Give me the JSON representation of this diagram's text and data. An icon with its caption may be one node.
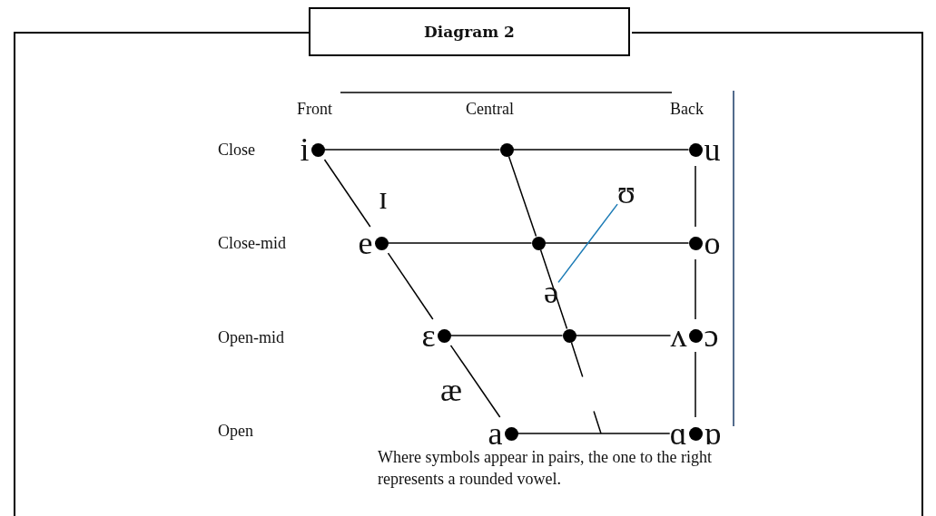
{
  "diagram": {
    "title": "Diagram 2",
    "caption": "Where symbols appear in pairs, the one to the right represents a rounded vowel.",
    "nodes": [
      {
        "text": [],
        "shape": "circle",
        "beside": [
          "i"
        ]
      },
      {
        "text": [],
        "shape": "circle"
      },
      {
        "text": [],
        "shape": "circle",
        "beside": [
          "u"
        ]
      },
      {
        "text": [],
        "shape": "circle",
        "beside": [
          "e"
        ]
      },
      {
        "text": [],
        "shape": "circle"
      },
      {
        "text": [],
        "shape": "circle",
        "beside": [
          "o"
        ]
      },
      {
        "text": [],
        "shape": "circle",
        "beside": [
          "ɛ"
        ]
      },
      {
        "text": [],
        "shape": "circle"
      },
      {
        "text": [],
        "shape": "circle",
        "beside": [
          "ʌ",
          "ɔ"
        ]
      },
      {
        "text": [],
        "shape": "circle",
        "beside": [
          "a"
        ]
      },
      {
        "text": [],
        "shape": "circle",
        "beside": [
          "ɑ",
          "ɒ"
        ]
      },
      {
        "text": [
          "ʊ"
        ]
      },
      {
        "text": [
          "ə"
        ]
      }
    ],
    "edges": [
      {
        "from": 0,
        "to": 3,
        "arrow": "none"
      },
      {
        "from": 3,
        "to": 6,
        "arrow": "none"
      },
      {
        "from": 6,
        "to": 9,
        "arrow": "none"
      },
      {
        "from": 1,
        "to": 4,
        "arrow": "none"
      },
      {
        "from": 4,
        "to": 7,
        "arrow": "none"
      },
      {
        "from": 7,
        "to": null,
        "arrow": "none",
        "style": "dashed"
      },
      {
        "from": 2,
        "to": 5,
        "arrow": "none"
      },
      {
        "from": 5,
        "to": 8,
        "arrow": "none"
      },
      {
        "from": 8,
        "to": 10,
        "arrow": "none"
      },
      {
        "from": 0,
        "to": 1,
        "arrow": "none"
      },
      {
        "from": 1,
        "to": 2,
        "arrow": "none"
      },
      {
        "from": 3,
        "to": 4,
        "arrow": "none"
      },
      {
        "from": 4,
        "to": 5,
        "arrow": "none"
      },
      {
        "from": 6,
        "to": 7,
        "arrow": "none"
      },
      {
        "from": 7,
        "to": 8,
        "arrow": "none"
      },
      {
        "from": 9,
        "to": 10,
        "arrow": "none"
      },
      {
        "from": 11,
        "to": 12,
        "arrow": "none",
        "color": "#1a7ab5"
      }
    ],
    "labels": [
      "Front",
      "Central",
      "Back",
      "Close",
      "ɪ",
      "Close-mid",
      "Open-mid",
      "æ",
      "Open"
    ]
  }
}
